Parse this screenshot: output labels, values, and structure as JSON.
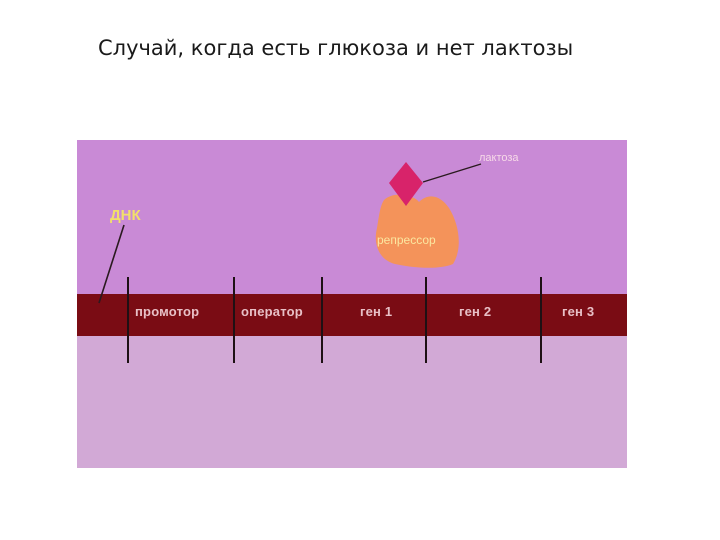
{
  "slide": {
    "title": "Случай, когда есть глюкоза и нет лактозы"
  },
  "diagram": {
    "dna_label": "ДНК",
    "repressor_label": "репрессор",
    "lactose_label": "лактоза",
    "segments": [
      {
        "id": "promoter",
        "label": "промотор"
      },
      {
        "id": "operator",
        "label": "оператор"
      },
      {
        "id": "gene1",
        "label": "ген 1"
      },
      {
        "id": "gene2",
        "label": "ген 2"
      },
      {
        "id": "gene3",
        "label": "ген 3"
      }
    ],
    "colors": {
      "background_top": "#c98ad6",
      "background_bottom": "#d2a9d6",
      "dna": "#7a0c14",
      "repressor": "#f4935a",
      "lactose": "#d8236a",
      "dna_label": "#f2e06a"
    }
  }
}
